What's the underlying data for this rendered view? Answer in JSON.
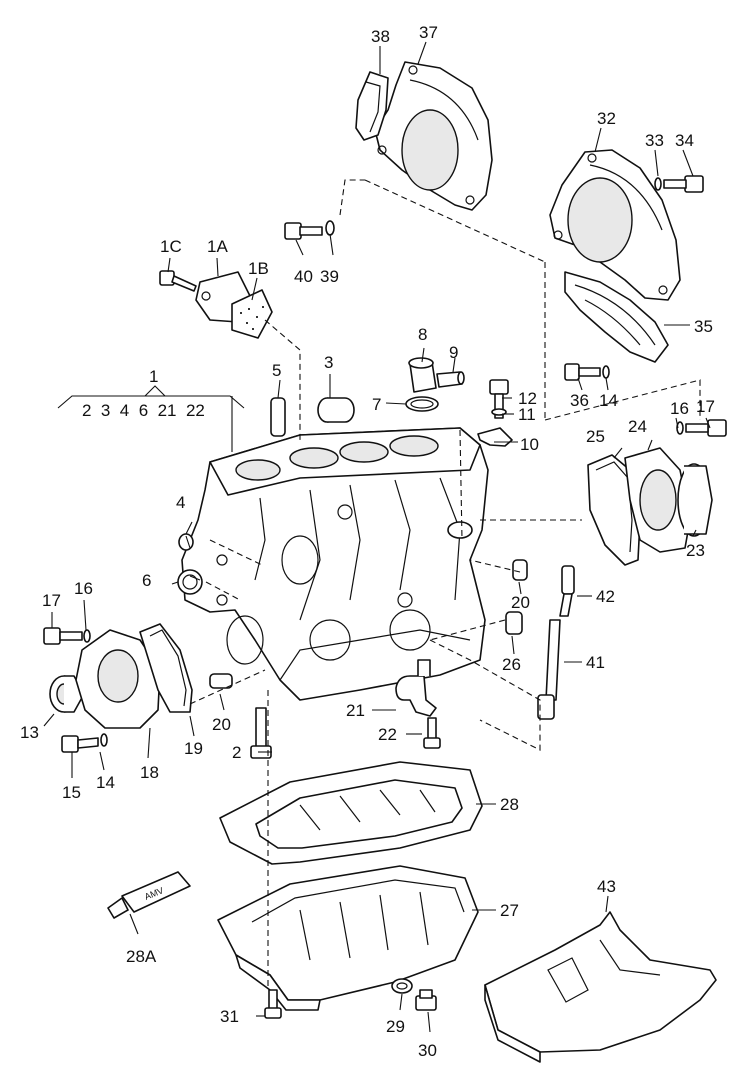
{
  "callouts": [
    {
      "id": "c1",
      "text": "1"
    },
    {
      "id": "c1A",
      "text": "1A"
    },
    {
      "id": "c1B",
      "text": "1B"
    },
    {
      "id": "c1C",
      "text": "1C"
    },
    {
      "id": "c1sub",
      "text": "2  3  4  6  21  22"
    },
    {
      "id": "c2",
      "text": "2"
    },
    {
      "id": "c3",
      "text": "3"
    },
    {
      "id": "c4",
      "text": "4"
    },
    {
      "id": "c5",
      "text": "5"
    },
    {
      "id": "c6",
      "text": "6"
    },
    {
      "id": "c7",
      "text": "7"
    },
    {
      "id": "c8",
      "text": "8"
    },
    {
      "id": "c9",
      "text": "9"
    },
    {
      "id": "c10",
      "text": "10"
    },
    {
      "id": "c11",
      "text": "11"
    },
    {
      "id": "c12",
      "text": "12"
    },
    {
      "id": "c13",
      "text": "13"
    },
    {
      "id": "c14a",
      "text": "14"
    },
    {
      "id": "c14b",
      "text": "14"
    },
    {
      "id": "c15",
      "text": "15"
    },
    {
      "id": "c16a",
      "text": "16"
    },
    {
      "id": "c16b",
      "text": "16"
    },
    {
      "id": "c17a",
      "text": "17"
    },
    {
      "id": "c17b",
      "text": "17"
    },
    {
      "id": "c18",
      "text": "18"
    },
    {
      "id": "c19",
      "text": "19"
    },
    {
      "id": "c20a",
      "text": "20"
    },
    {
      "id": "c20b",
      "text": "20"
    },
    {
      "id": "c21",
      "text": "21"
    },
    {
      "id": "c22",
      "text": "22"
    },
    {
      "id": "c23",
      "text": "23"
    },
    {
      "id": "c24",
      "text": "24"
    },
    {
      "id": "c25",
      "text": "25"
    },
    {
      "id": "c26",
      "text": "26"
    },
    {
      "id": "c27",
      "text": "27"
    },
    {
      "id": "c28",
      "text": "28"
    },
    {
      "id": "c28A",
      "text": "28A"
    },
    {
      "id": "c29",
      "text": "29"
    },
    {
      "id": "c30",
      "text": "30"
    },
    {
      "id": "c31",
      "text": "31"
    },
    {
      "id": "c32",
      "text": "32"
    },
    {
      "id": "c33",
      "text": "33"
    },
    {
      "id": "c34",
      "text": "34"
    },
    {
      "id": "c35",
      "text": "35"
    },
    {
      "id": "c36",
      "text": "36"
    },
    {
      "id": "c37",
      "text": "37"
    },
    {
      "id": "c38",
      "text": "38"
    },
    {
      "id": "c39",
      "text": "39"
    },
    {
      "id": "c40",
      "text": "40"
    },
    {
      "id": "c41",
      "text": "41"
    },
    {
      "id": "c42",
      "text": "42"
    },
    {
      "id": "c43",
      "text": "43"
    }
  ],
  "tube_label": "AMV"
}
